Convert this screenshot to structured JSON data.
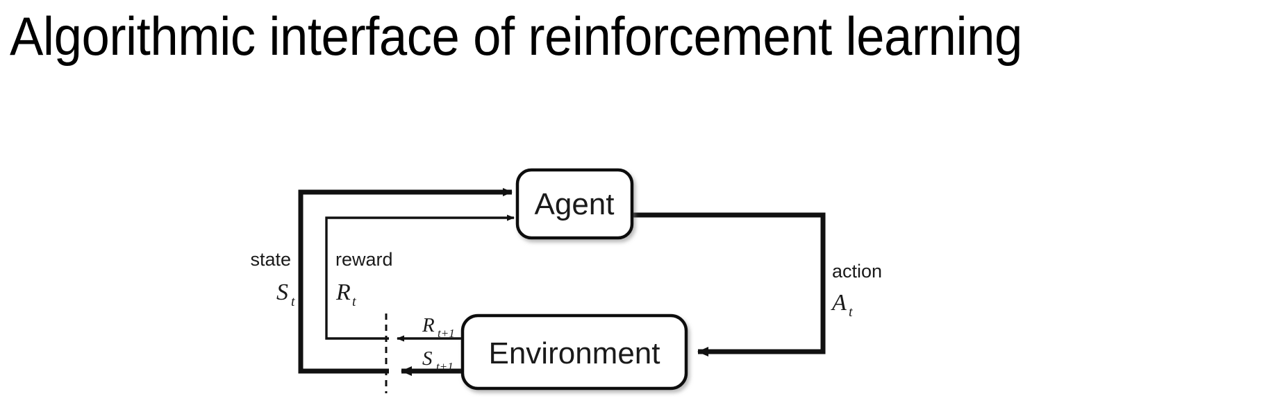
{
  "slide": {
    "title": "Algorithmic interface of reinforcement learning",
    "background_color": "#ffffff",
    "ink_color": "#000000"
  },
  "diagram": {
    "type": "agent-environment-interaction-loop",
    "nodes": [
      {
        "id": "agent",
        "label": "Agent"
      },
      {
        "id": "environment",
        "label": "Environment"
      }
    ],
    "edges": [
      {
        "id": "state-to-agent",
        "from": "environment",
        "to": "agent",
        "name": "state",
        "symbol": "S",
        "subscript": "t",
        "weight": "thick"
      },
      {
        "id": "reward-to-agent",
        "from": "environment",
        "to": "agent",
        "name": "reward",
        "symbol": "R",
        "subscript": "t",
        "weight": "thin"
      },
      {
        "id": "action-to-environment",
        "from": "agent",
        "to": "environment",
        "name": "action",
        "symbol": "A",
        "subscript": "t",
        "weight": "thick"
      },
      {
        "id": "reward-next",
        "from": "environment",
        "to": "boundary",
        "name": "",
        "symbol": "R",
        "subscript": "t+1",
        "weight": "thin"
      },
      {
        "id": "state-next",
        "from": "environment",
        "to": "boundary",
        "name": "",
        "symbol": "S",
        "subscript": "t+1",
        "weight": "thick"
      }
    ],
    "labels": {
      "state": "state",
      "reward": "reward",
      "action": "action",
      "state_symbol": "S",
      "state_subscript": "t",
      "reward_symbol": "R",
      "reward_subscript": "t",
      "action_symbol": "A",
      "action_subscript": "t",
      "reward_next_symbol": "R",
      "reward_next_subscript": "t+1",
      "state_next_symbol": "S",
      "state_next_subscript": "t+1"
    },
    "time_boundary": {
      "style": "dashed",
      "meaning": "time-step boundary"
    }
  }
}
